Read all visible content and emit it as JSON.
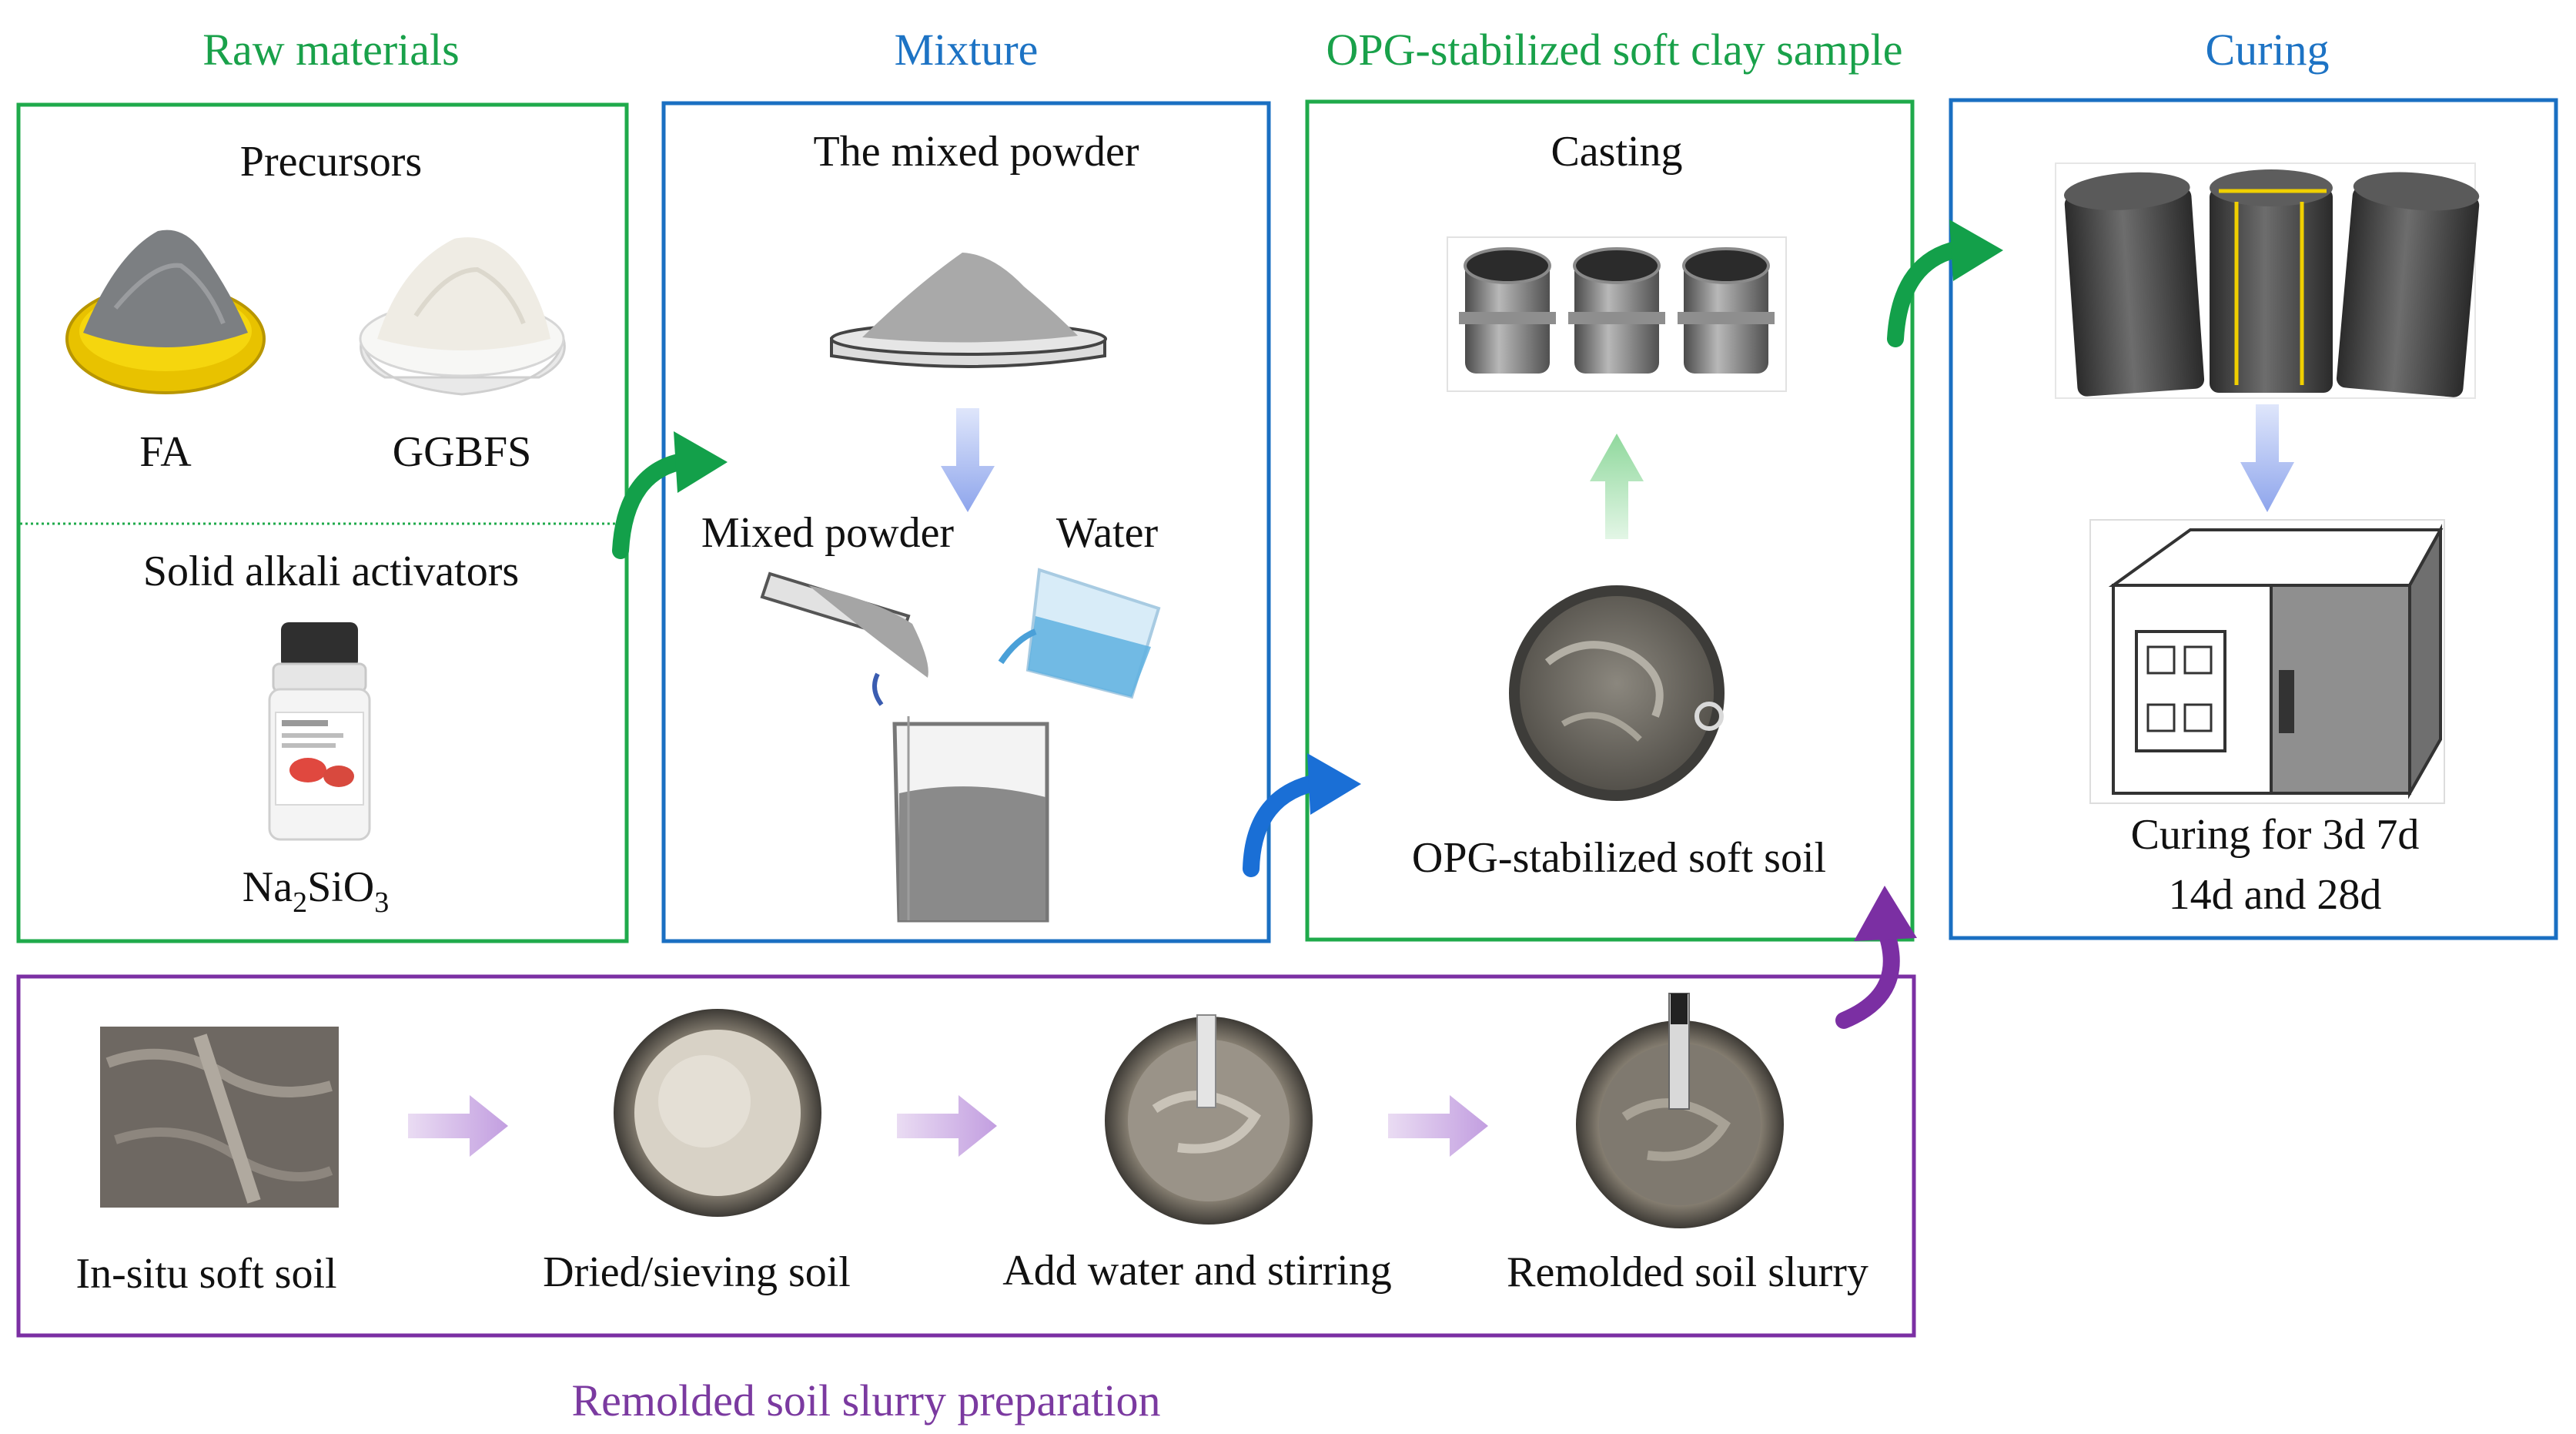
{
  "sections": {
    "raw": {
      "title": "Raw materials",
      "precursors": "Precursors",
      "fa": "FA",
      "ggbfs": "GGBFS",
      "activators": "Solid alkali activators",
      "formula_base": "Na",
      "formula_sub1": "2",
      "formula_mid": "SiO",
      "formula_sub2": "3"
    },
    "mixture": {
      "title": "Mixture",
      "mixed_powder_top": "The mixed powder",
      "mixed_powder": "Mixed powder",
      "water": "Water"
    },
    "sample": {
      "title": "OPG-stabilized soft clay sample",
      "casting": "Casting",
      "stabilized_soil": "OPG-stabilized soft soil"
    },
    "curing": {
      "title": "Curing",
      "curing_line1": "Curing for 3d 7d",
      "curing_line2": "14d and 28d"
    },
    "slurry": {
      "title": "Remolded soil slurry preparation",
      "steps": [
        "In-situ soft soil",
        "Dried/sieving soil",
        "Add water and stirring",
        "Remolded soil slurry"
      ]
    }
  },
  "colors": {
    "green": "#1faa4b",
    "blue": "#1a6fc2",
    "purple": "#7b2fa3",
    "green_title": "#19a14a",
    "blue_title": "#1d73c4",
    "purple_title": "#7b3aa0"
  },
  "icons": [
    "curved-arrow-icon",
    "down-arrow-icon",
    "up-arrow-icon",
    "right-arrow-icon",
    "oven-icon",
    "beaker-icon"
  ]
}
